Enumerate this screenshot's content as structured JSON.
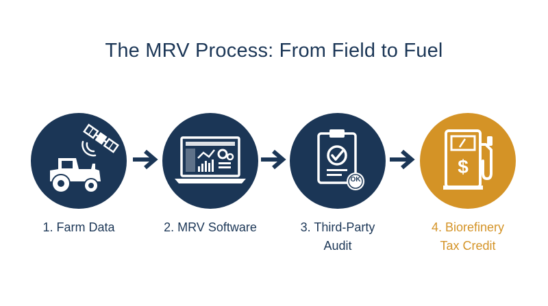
{
  "title": "The MRV Process: From Field to Fuel",
  "colors": {
    "navy": "#1b3656",
    "gold": "#d49326",
    "white": "#ffffff"
  },
  "steps": [
    {
      "label_lines": [
        "1. Farm Data"
      ],
      "icon": "tractor-satellite-icon"
    },
    {
      "label_lines": [
        "2. MRV Software"
      ],
      "icon": "laptop-dashboard-icon"
    },
    {
      "label_lines": [
        "3. Third-Party",
        "Audit"
      ],
      "icon": "clipboard-check-icon",
      "badge": "OK"
    },
    {
      "label_lines": [
        "4. Biorefinery",
        "Tax Credit"
      ],
      "icon": "fuel-pump-dollar-icon"
    }
  ],
  "arrows": [
    "arrow-right-icon",
    "arrow-right-icon",
    "arrow-right-icon"
  ]
}
